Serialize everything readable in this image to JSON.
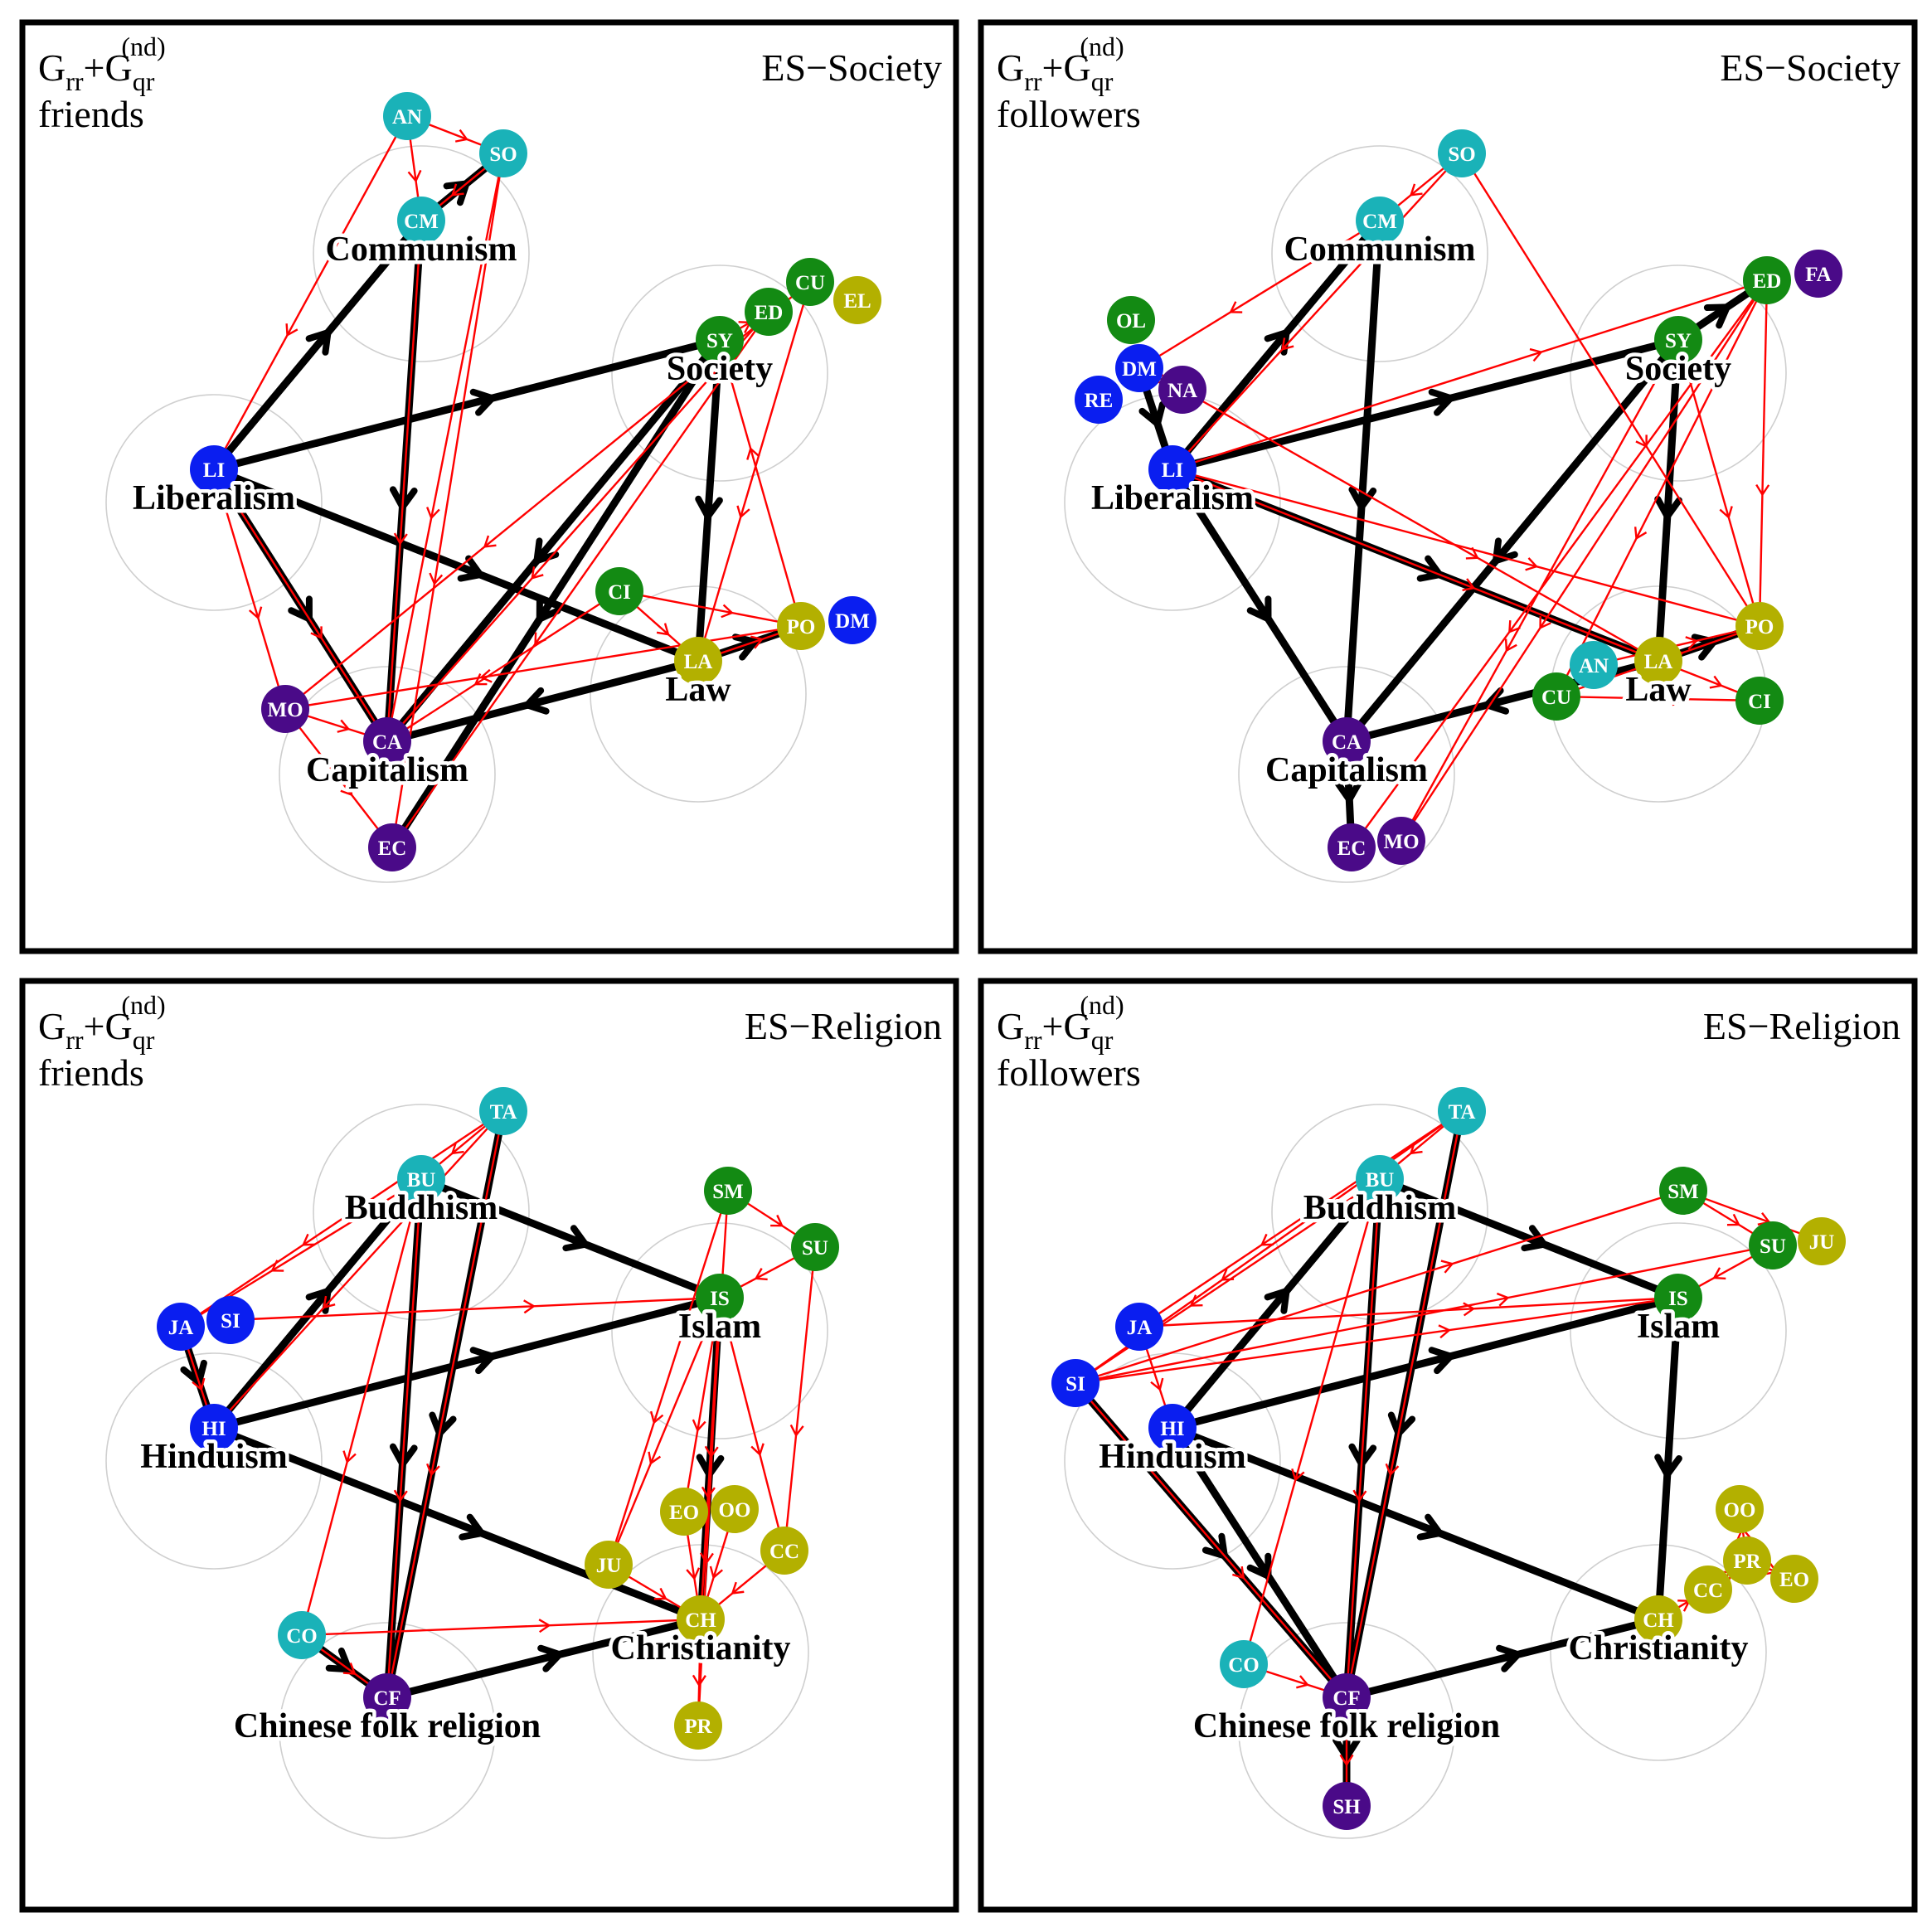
{
  "colors": {
    "cyan": "#1ab2b8",
    "green": "#138a13",
    "olive": "#b3b000",
    "blue": "#0a1ef0",
    "purple": "#4a0a88",
    "black_edge": "#000000",
    "red_edge": "#ff0000",
    "group_circle": "#cfcfcf"
  },
  "panels": [
    {
      "label": {
        "main": "G",
        "sub1": "rr",
        "mid": "+G",
        "sub2": "qr",
        "sup": "(nd)",
        "line2": "friends"
      },
      "title": "ES−Society",
      "groups": [
        {
          "name": "Communism",
          "node": "CM",
          "label": "Communism"
        },
        {
          "name": "Society",
          "node": "SY",
          "label": "Society"
        },
        {
          "name": "Liberalism",
          "node": "LI",
          "label": "Liberalism"
        },
        {
          "name": "Law",
          "node": "LA",
          "label": "Law"
        },
        {
          "name": "Capitalism",
          "node": "CA",
          "label": "Capitalism"
        }
      ],
      "nodes": [
        {
          "id": "AN",
          "color": "cyan"
        },
        {
          "id": "SO",
          "color": "cyan"
        },
        {
          "id": "CM",
          "color": "cyan"
        },
        {
          "id": "CU",
          "color": "green"
        },
        {
          "id": "EL",
          "color": "olive"
        },
        {
          "id": "ED",
          "color": "green"
        },
        {
          "id": "SY",
          "color": "green"
        },
        {
          "id": "LI",
          "color": "blue"
        },
        {
          "id": "CI",
          "color": "green"
        },
        {
          "id": "PO",
          "color": "olive"
        },
        {
          "id": "DM",
          "color": "blue"
        },
        {
          "id": "LA",
          "color": "olive"
        },
        {
          "id": "MO",
          "color": "purple"
        },
        {
          "id": "CA",
          "color": "purple"
        },
        {
          "id": "EC",
          "color": "purple"
        }
      ]
    },
    {
      "label": {
        "main": "G",
        "sub1": "rr",
        "mid": "+G",
        "sub2": "qr",
        "sup": "(nd)",
        "line2": "followers"
      },
      "title": "ES−Society",
      "groups": [
        {
          "name": "Communism",
          "node": "CM",
          "label": "Communism"
        },
        {
          "name": "Society",
          "node": "SY",
          "label": "Society"
        },
        {
          "name": "Liberalism",
          "node": "LI",
          "label": "Liberalism"
        },
        {
          "name": "Law",
          "node": "LA",
          "label": "Law"
        },
        {
          "name": "Capitalism",
          "node": "CA",
          "label": "Capitalism"
        }
      ],
      "nodes": [
        {
          "id": "SO",
          "color": "cyan"
        },
        {
          "id": "CM",
          "color": "cyan"
        },
        {
          "id": "ED",
          "color": "green"
        },
        {
          "id": "FA",
          "color": "purple"
        },
        {
          "id": "OL",
          "color": "green"
        },
        {
          "id": "DM",
          "color": "blue"
        },
        {
          "id": "NA",
          "color": "purple"
        },
        {
          "id": "RE",
          "color": "blue"
        },
        {
          "id": "SY",
          "color": "green"
        },
        {
          "id": "LI",
          "color": "blue"
        },
        {
          "id": "PO",
          "color": "olive"
        },
        {
          "id": "AN",
          "color": "cyan"
        },
        {
          "id": "LA",
          "color": "olive"
        },
        {
          "id": "CU",
          "color": "green"
        },
        {
          "id": "CI",
          "color": "green"
        },
        {
          "id": "CA",
          "color": "purple"
        },
        {
          "id": "EC",
          "color": "purple"
        },
        {
          "id": "MO",
          "color": "purple"
        }
      ]
    },
    {
      "label": {
        "main": "G",
        "sub1": "rr",
        "mid": "+G",
        "sub2": "qr",
        "sup": "(nd)",
        "line2": "friends"
      },
      "title": "ES−Religion",
      "groups": [
        {
          "name": "Buddhism",
          "node": "BU",
          "label": "Buddhism"
        },
        {
          "name": "Islam",
          "node": "IS",
          "label": "Islam"
        },
        {
          "name": "Hinduism",
          "node": "HI",
          "label": "Hinduism"
        },
        {
          "name": "Christianity",
          "node": "CH",
          "label": "Christianity"
        },
        {
          "name": "Chinese folk religion",
          "node": "CF",
          "label": "Chinese folk religion"
        }
      ],
      "nodes": [
        {
          "id": "TA",
          "color": "cyan"
        },
        {
          "id": "BU",
          "color": "cyan"
        },
        {
          "id": "SM",
          "color": "green"
        },
        {
          "id": "SU",
          "color": "green"
        },
        {
          "id": "IS",
          "color": "green"
        },
        {
          "id": "JA",
          "color": "blue"
        },
        {
          "id": "SI",
          "color": "blue"
        },
        {
          "id": "HI",
          "color": "blue"
        },
        {
          "id": "EO",
          "color": "olive"
        },
        {
          "id": "OO",
          "color": "olive"
        },
        {
          "id": "CC",
          "color": "olive"
        },
        {
          "id": "JU",
          "color": "olive"
        },
        {
          "id": "CH",
          "color": "olive"
        },
        {
          "id": "CO",
          "color": "cyan"
        },
        {
          "id": "CF",
          "color": "purple"
        },
        {
          "id": "PR",
          "color": "olive"
        }
      ]
    },
    {
      "label": {
        "main": "G",
        "sub1": "rr",
        "mid": "+G",
        "sub2": "qr",
        "sup": "(nd)",
        "line2": "followers"
      },
      "title": "ES−Religion",
      "groups": [
        {
          "name": "Buddhism",
          "node": "BU",
          "label": "Buddhism"
        },
        {
          "name": "Islam",
          "node": "IS",
          "label": "Islam"
        },
        {
          "name": "Hinduism",
          "node": "HI",
          "label": "Hinduism"
        },
        {
          "name": "Christianity",
          "node": "CH",
          "label": "Christianity"
        },
        {
          "name": "Chinese folk religion",
          "node": "CF",
          "label": "Chinese folk religion"
        }
      ],
      "nodes": [
        {
          "id": "TA",
          "color": "cyan"
        },
        {
          "id": "BU",
          "color": "cyan"
        },
        {
          "id": "SM",
          "color": "green"
        },
        {
          "id": "SU",
          "color": "green"
        },
        {
          "id": "JU",
          "color": "olive"
        },
        {
          "id": "IS",
          "color": "green"
        },
        {
          "id": "JA",
          "color": "blue"
        },
        {
          "id": "SI",
          "color": "blue"
        },
        {
          "id": "HI",
          "color": "blue"
        },
        {
          "id": "OO",
          "color": "olive"
        },
        {
          "id": "PR",
          "color": "olive"
        },
        {
          "id": "EO",
          "color": "olive"
        },
        {
          "id": "CC",
          "color": "olive"
        },
        {
          "id": "CH",
          "color": "olive"
        },
        {
          "id": "CO",
          "color": "cyan"
        },
        {
          "id": "CF",
          "color": "purple"
        },
        {
          "id": "SH",
          "color": "purple"
        }
      ]
    }
  ]
}
